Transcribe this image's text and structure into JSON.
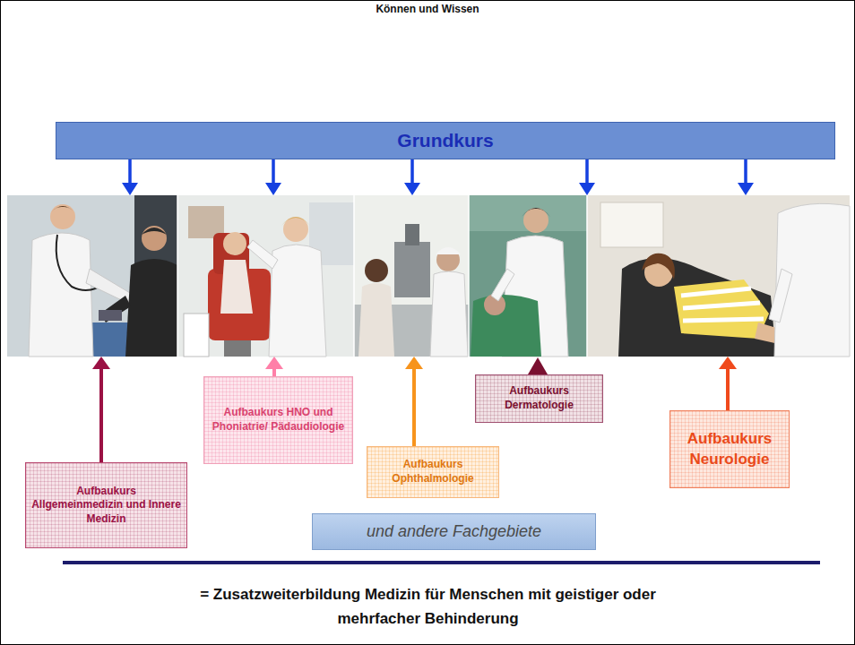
{
  "diagram": {
    "title": "Können und Wissen",
    "caption": "= Zusatzweiterbildung Medizin für Menschen mit geistiger oder mehrfacher Behinderung",
    "nodes": [
      {
        "text": [
          "Grundkurs"
        ]
      },
      {
        "text": [
          "Aufbaukurs Allgemeinmedizin und Innere Medizin"
        ]
      },
      {
        "text": [
          "Aufbaukurs HNO und Phoniatrie/ Pädaudiologie"
        ]
      },
      {
        "text": [
          "Aufbaukurs Ophthalmologie"
        ]
      },
      {
        "text": [
          "Aufbaukurs Dermatologie"
        ]
      },
      {
        "text": [
          "Aufbaukurs Neurologie"
        ]
      },
      {
        "text": [
          "und andere Fachgebiete"
        ]
      }
    ]
  }
}
